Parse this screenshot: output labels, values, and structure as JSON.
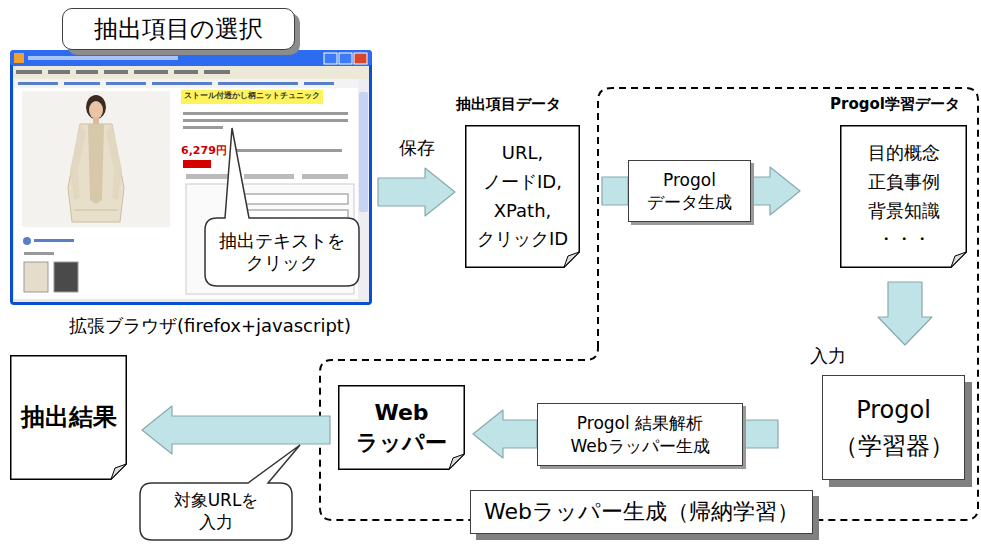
{
  "diagram": {
    "nodes": [
      {
        "text": [
          "抽出項目の選択"
        ]
      },
      {
        "text": [
          "拡張ブラウザ(firefox+javascript)"
        ]
      },
      {
        "text": [
          "抽出テキストを クリック"
        ]
      },
      {
        "text": [
          "抽出項目データ",
          "URL, ノードID, XPath, クリックID"
        ]
      },
      {
        "text": [
          "Progol データ生成"
        ]
      },
      {
        "text": [
          "Progol学習データ",
          "目的概念 正負事例 背景知識 ・・・"
        ]
      },
      {
        "text": [
          "Progol （学習器）"
        ]
      },
      {
        "text": [
          "Progol 結果解析 Webラッパー生成"
        ]
      },
      {
        "text": [
          "Web ラッパー"
        ]
      },
      {
        "text": [
          "抽出結果"
        ]
      },
      {
        "text": [
          "対象URLを 入力"
        ]
      },
      {
        "text": [
          "Webラッパー生成（帰納学習）"
        ]
      }
    ],
    "edges": [
      {
        "from": 1,
        "to": 3,
        "arrow": "to",
        "label": "保存"
      },
      {
        "from": 3,
        "to": 4,
        "arrow": "none"
      },
      {
        "from": 4,
        "to": 5,
        "arrow": "to"
      },
      {
        "from": 5,
        "to": 6,
        "arrow": "to",
        "label": "入力"
      },
      {
        "from": 6,
        "to": 7,
        "arrow": "none"
      },
      {
        "from": 7,
        "to": 8,
        "arrow": "to"
      },
      {
        "from": 8,
        "to": 9,
        "arrow": "to"
      }
    ],
    "labels": [
      "ストール付透かし柄ニットチュニック",
      "6,279円"
    ]
  }
}
